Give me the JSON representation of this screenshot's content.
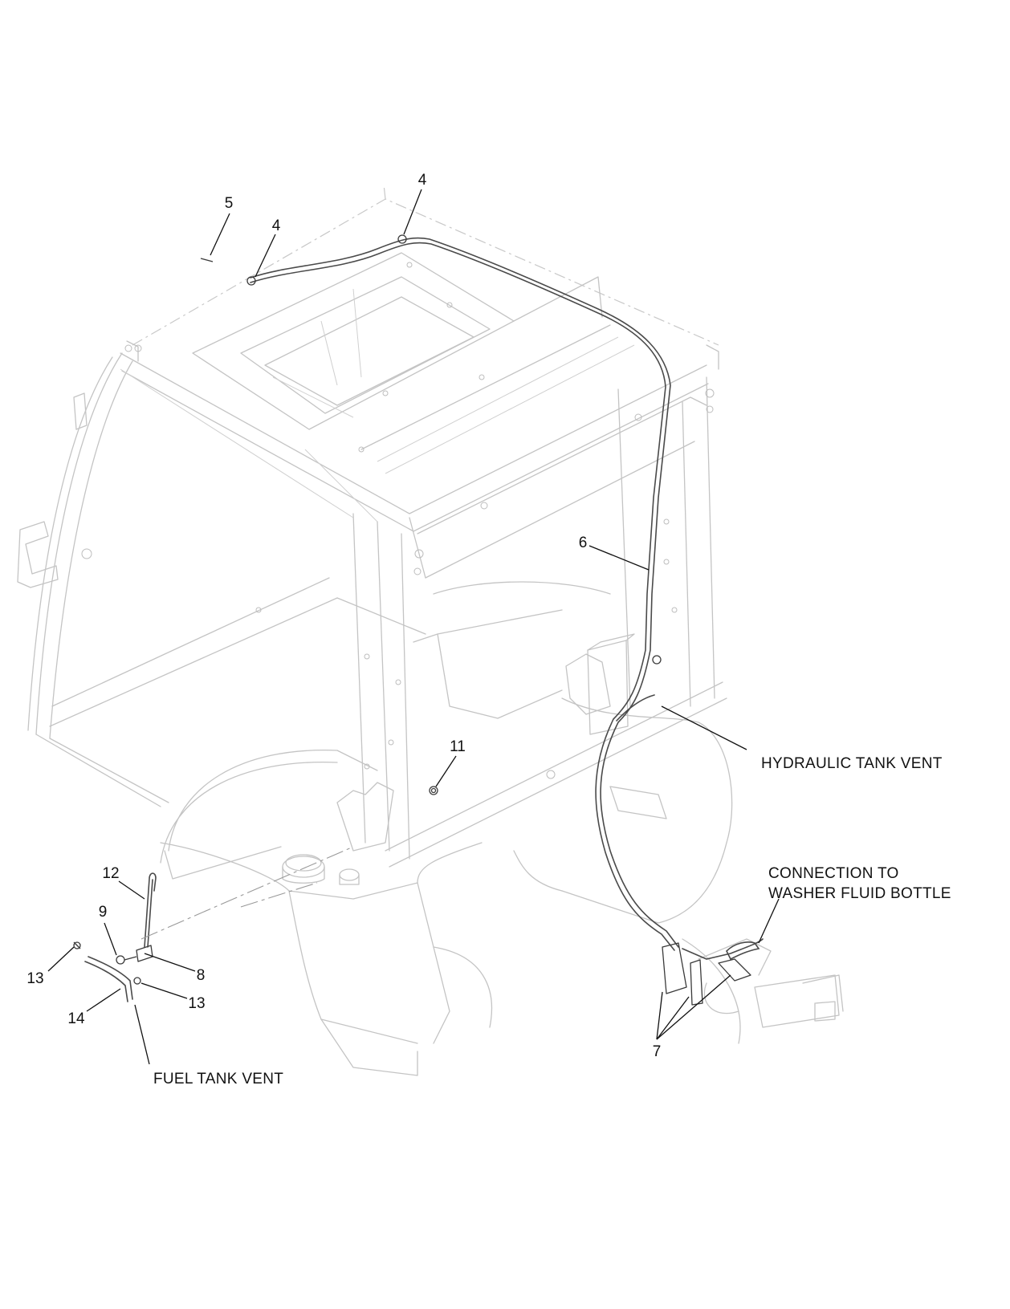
{
  "callouts": {
    "c5": "5",
    "c4a": "4",
    "c4b": "4",
    "c6": "6",
    "c11": "11",
    "c12": "12",
    "c9": "9",
    "c8": "8",
    "c13a": "13",
    "c13b": "13",
    "c14": "14",
    "c7": "7"
  },
  "notes": {
    "hydraulic_tank_vent": "HYDRAULIC TANK VENT",
    "connection_line1": "CONNECTION TO",
    "connection_line2": "WASHER FLUID BOTTLE",
    "fuel_tank_vent": "FUEL TANK VENT"
  }
}
